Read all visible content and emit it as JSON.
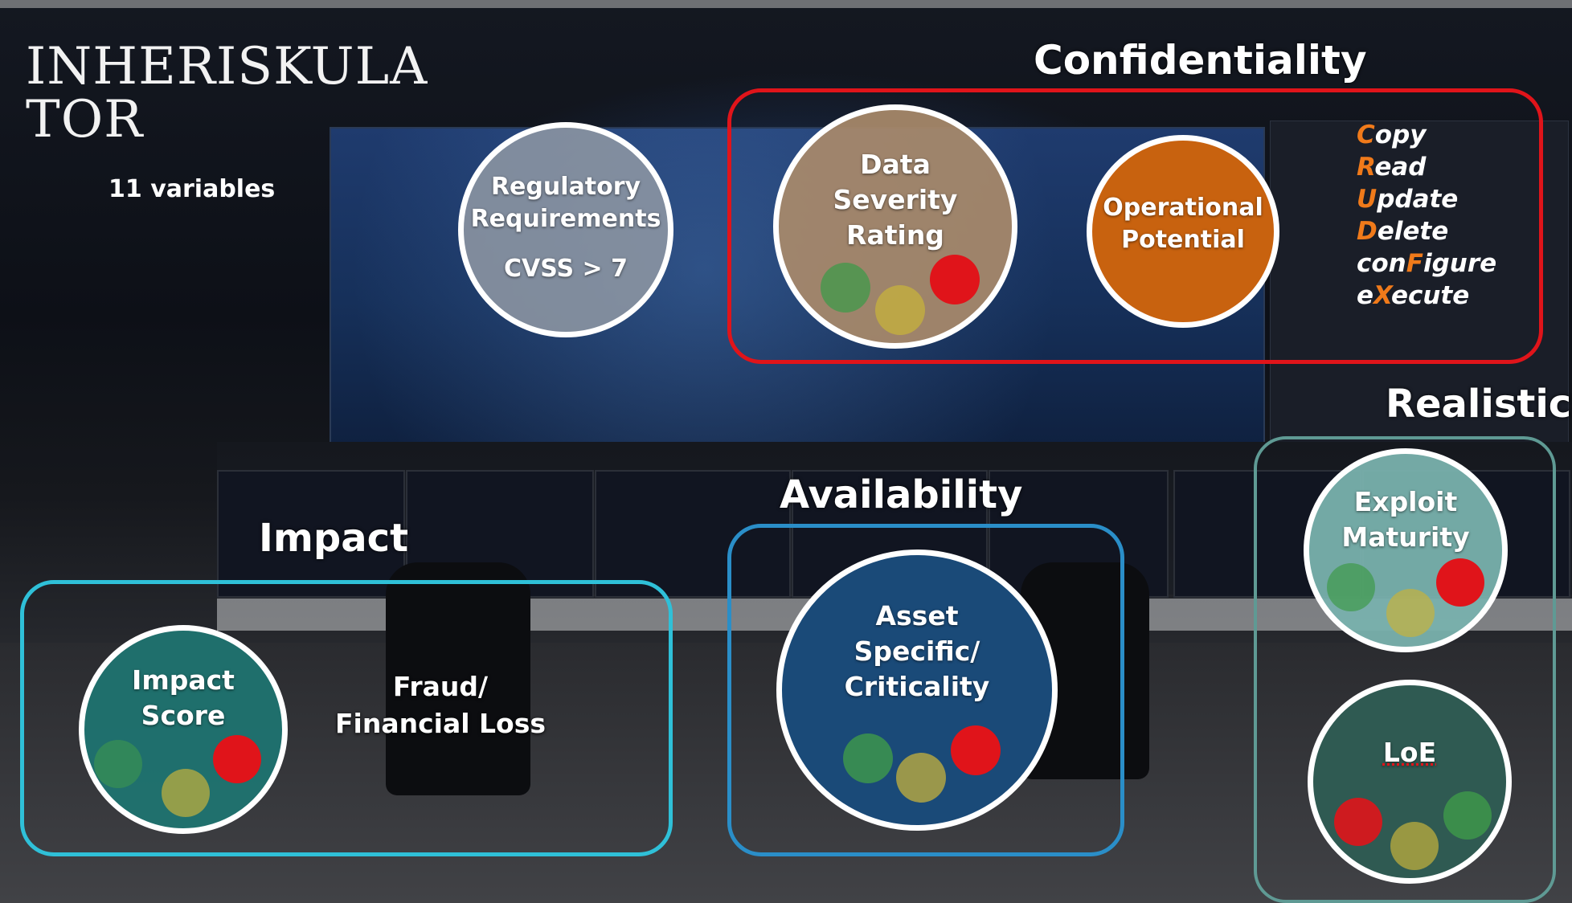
{
  "title_line1": "INHERISKULA",
  "title_line2": "TOR",
  "subtitle": "11 variables",
  "headers": {
    "confidentiality": "Confidentiality",
    "realistic": "Realistic",
    "availability": "Availability",
    "impact": "Impact"
  },
  "nodes": {
    "regulatory": {
      "line1": "Regulatory",
      "line2": "Requirements",
      "line3": "CVSS > 7"
    },
    "data_severity": {
      "line1": "Data",
      "line2": "Severity",
      "line3": "Rating"
    },
    "operational": {
      "line1": "Operational",
      "line2": "Potential"
    },
    "exploit": {
      "line1": "Exploit",
      "line2": "Maturity"
    },
    "loe": {
      "line1": "LoE"
    },
    "asset": {
      "line1": "Asset",
      "line2": "Specific/",
      "line3": "Criticality"
    },
    "impact_score": {
      "line1": "Impact",
      "line2": "Score"
    },
    "fraud": {
      "line1": "Fraud/",
      "line2": "Financial Loss"
    }
  },
  "crud": [
    {
      "key": "C",
      "rest": "opy"
    },
    {
      "key": "R",
      "rest": "ead"
    },
    {
      "key": "U",
      "rest": "pdate"
    },
    {
      "key": "D",
      "rest": "elete"
    },
    {
      "pre": "con",
      "key": "F",
      "rest": "igure"
    },
    {
      "pre": "e",
      "key": "X",
      "rest": "ecute"
    }
  ],
  "colors": {
    "confidentiality_frame": "#e0141a",
    "realistic_frame": "#5f9a94",
    "availability_frame": "#2a8ec8",
    "impact_frame": "#2fc0d8",
    "data_severity_fill": "#a98a6a",
    "operational_fill": "#c8620f",
    "regulatory_fill": "#8d96a3",
    "exploit_fill": "#79b1ad",
    "loe_fill": "#2f5a52",
    "asset_fill": "#1a4a78",
    "impact_score_fill": "#1f7370",
    "red_dot": "#e0141a",
    "green_dot": "#3f9a4a",
    "yellow_dot": "#c6b23c"
  }
}
